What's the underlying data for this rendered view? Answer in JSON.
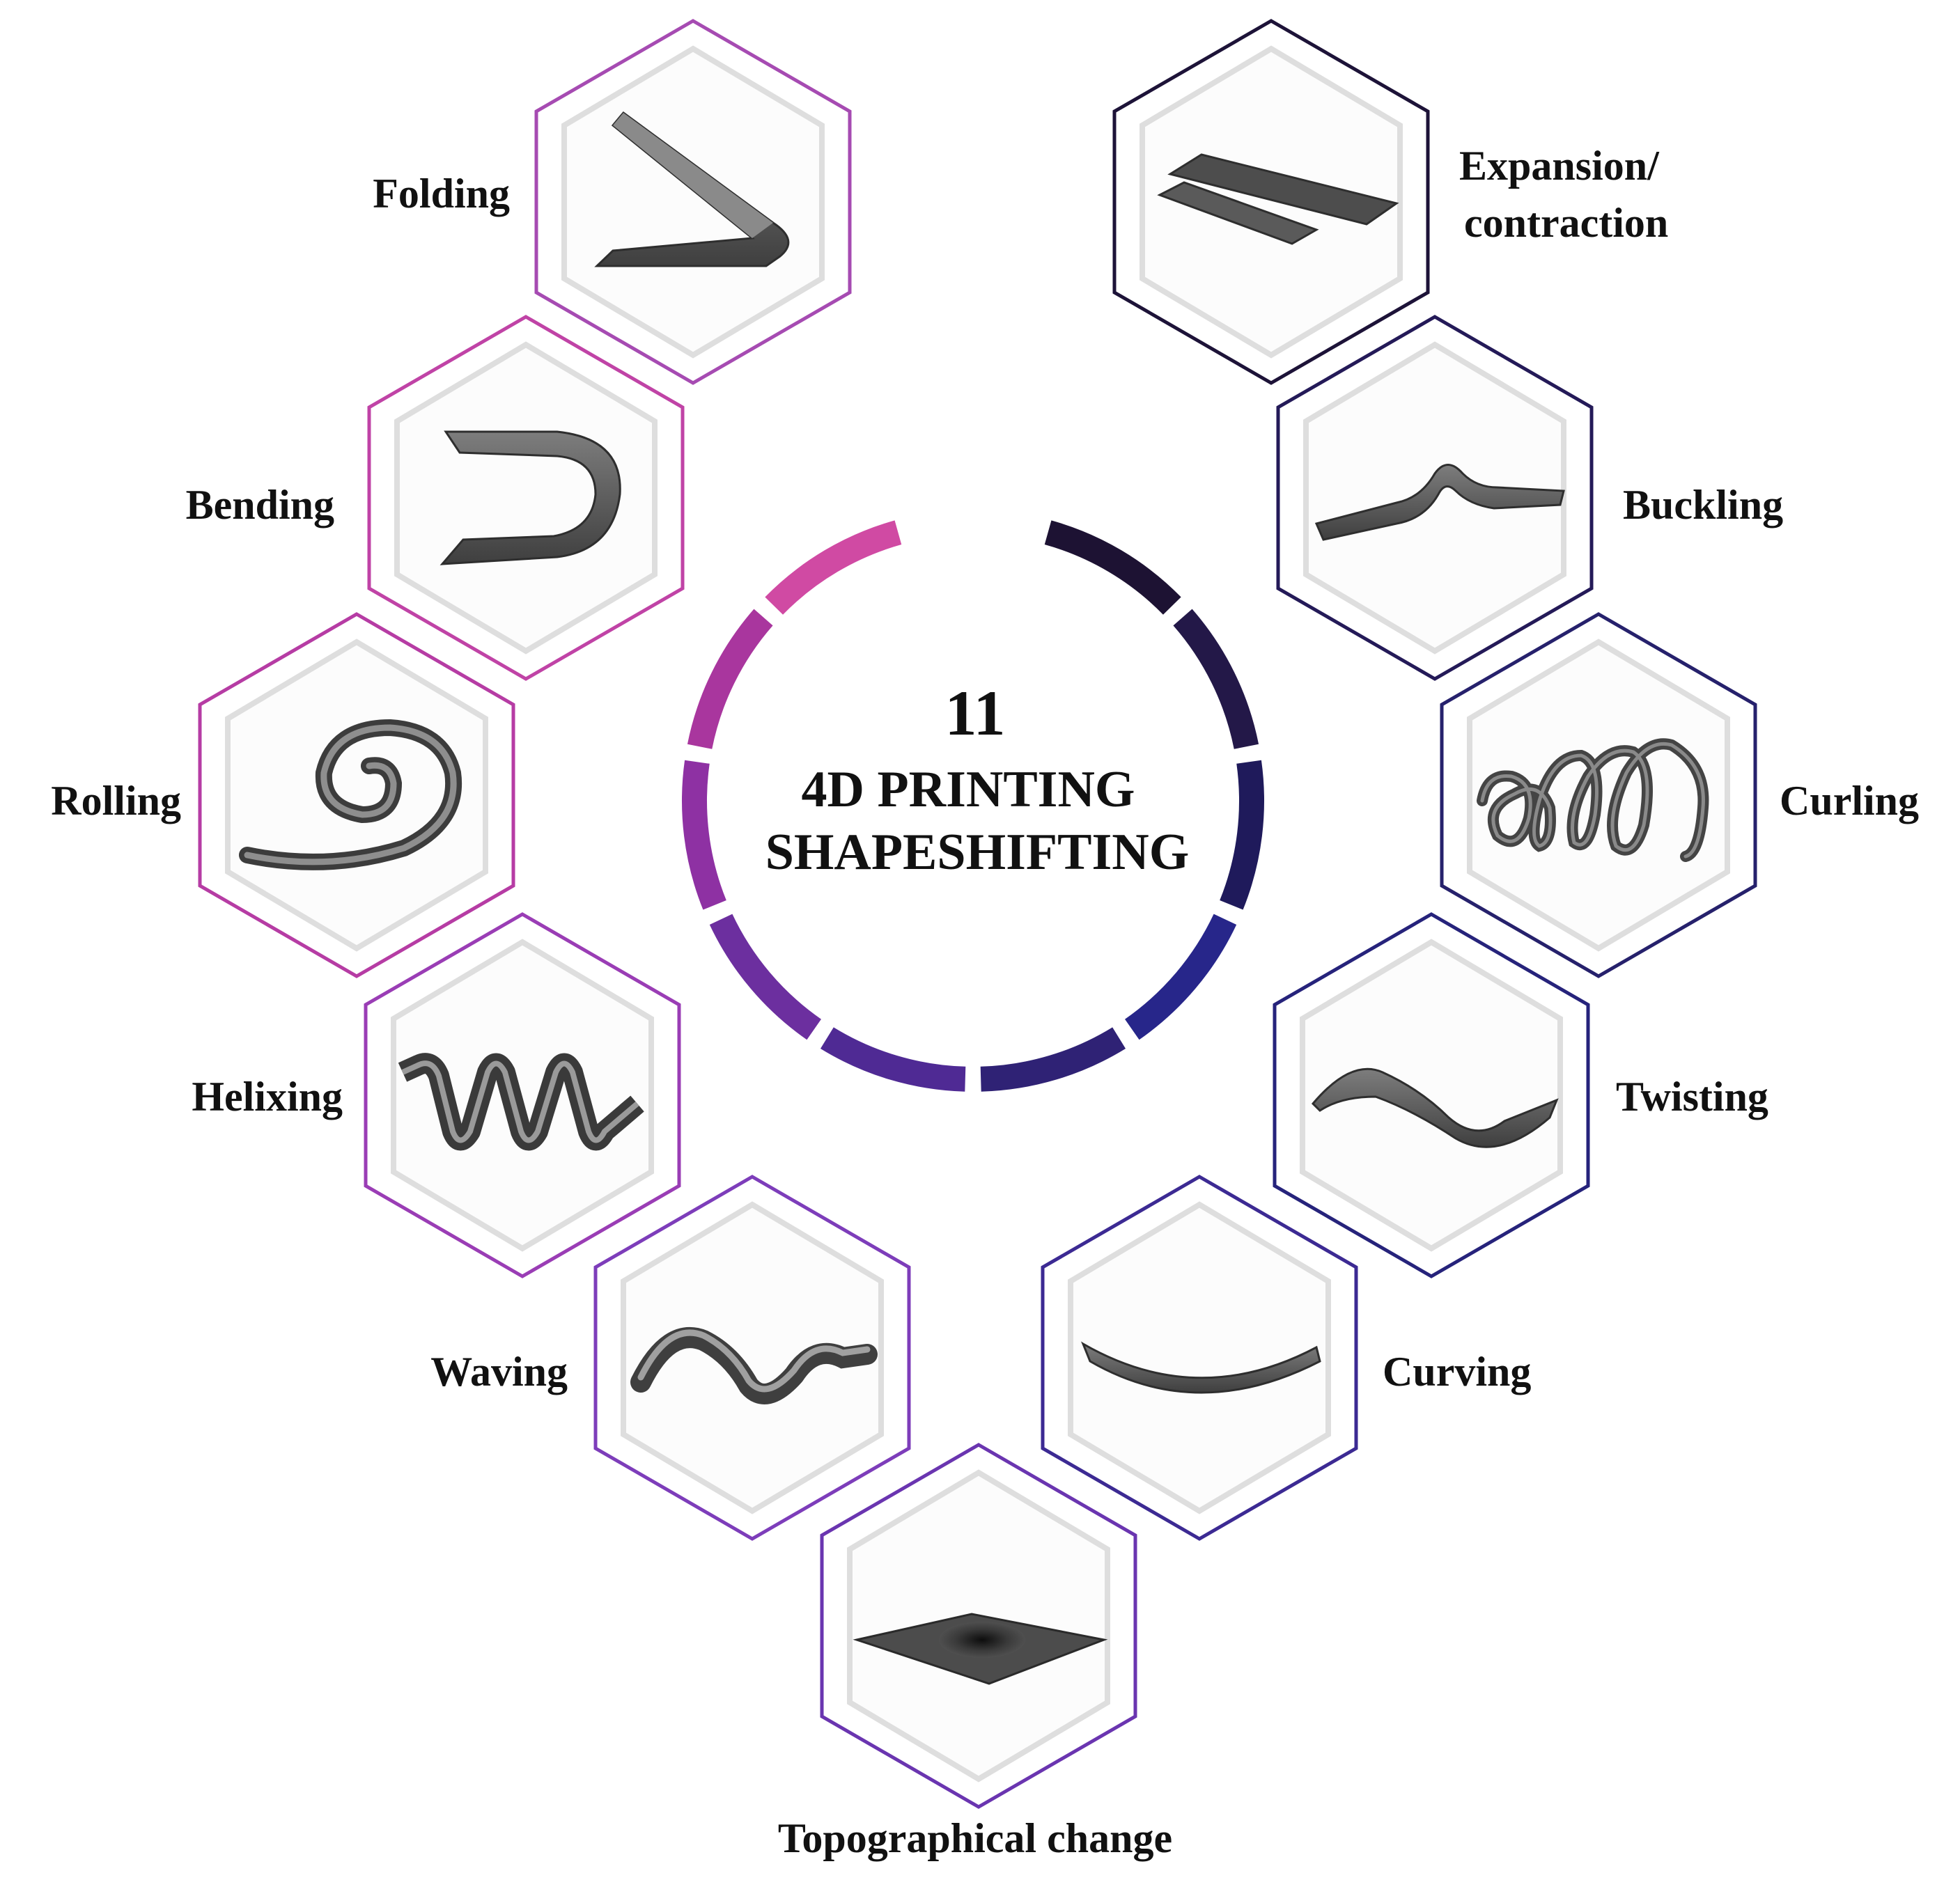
{
  "center": {
    "number": "11",
    "line1": "4D PRINTING",
    "line2": "SHAPESHIFTING"
  },
  "items": [
    {
      "label": "Folding",
      "icon": "folding-strip-icon",
      "color": "#a64bb2"
    },
    {
      "label": "Bending",
      "icon": "bending-strip-icon",
      "color": "#c043a6"
    },
    {
      "label": "Rolling",
      "icon": "rolling-spiral-icon",
      "color": "#b63ca4"
    },
    {
      "label": "Helixing",
      "icon": "helix-strip-icon",
      "color": "#9a3db5"
    },
    {
      "label": "Waving",
      "icon": "wave-strip-icon",
      "color": "#7d3dba"
    },
    {
      "label": "Topographical change",
      "icon": "topographic-sheet-icon",
      "color": "#6a35b0"
    },
    {
      "label": "Curving",
      "icon": "curved-strip-icon",
      "color": "#3c2a93"
    },
    {
      "label": "Twisting",
      "icon": "twisted-strip-icon",
      "color": "#26237b"
    },
    {
      "label": "Curling",
      "icon": "curl-coil-icon",
      "color": "#26216c"
    },
    {
      "label": "Buckling",
      "icon": "buckled-strip-icon",
      "color": "#241a58"
    },
    {
      "label": "Expansion/",
      "label2": "contraction",
      "icon": "expansion-strips-icon",
      "color": "#1d1338"
    }
  ],
  "ring_colors": [
    "#d04aa3",
    "#a9369e",
    "#8e31a3",
    "#6c2f9f",
    "#4f2a94",
    "#2f2275",
    "#27268a",
    "#1f1a5b",
    "#231848",
    "#1d1233"
  ]
}
